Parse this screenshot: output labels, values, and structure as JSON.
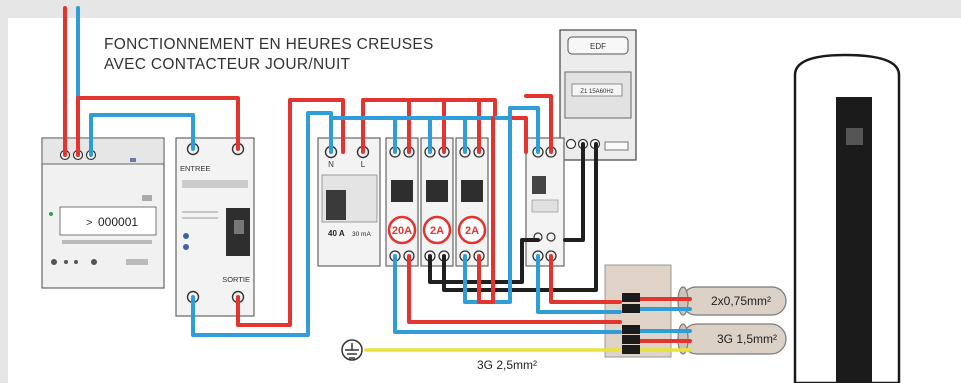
{
  "title": {
    "line1": "FONCTIONNEMENT EN HEURES CREUSES",
    "line2": "AVEC CONTACTEUR JOUR/NUIT"
  },
  "meter": {
    "brand": "EDF",
    "plate": "Z1 15A60Hz",
    "display": "000001",
    "cursor": ">"
  },
  "breaker_main": {
    "label_in": "ENTREE",
    "label_out": "SORTIE"
  },
  "differential": {
    "rating": "40 A",
    "sensitivity": "30 mA"
  },
  "breakers": [
    {
      "rating": "20A"
    },
    {
      "rating": "2A"
    },
    {
      "rating": "2A"
    }
  ],
  "cables": {
    "control": "2x0,75mm²",
    "power": "3G 1,5mm²",
    "earth": "3G 2,5mm²"
  },
  "colors": {
    "phase": "#e3342f",
    "neutral": "#2f9ed8",
    "control": "#1f1f1f",
    "earth": "#e8e23a",
    "background": "#e6e6e6"
  }
}
